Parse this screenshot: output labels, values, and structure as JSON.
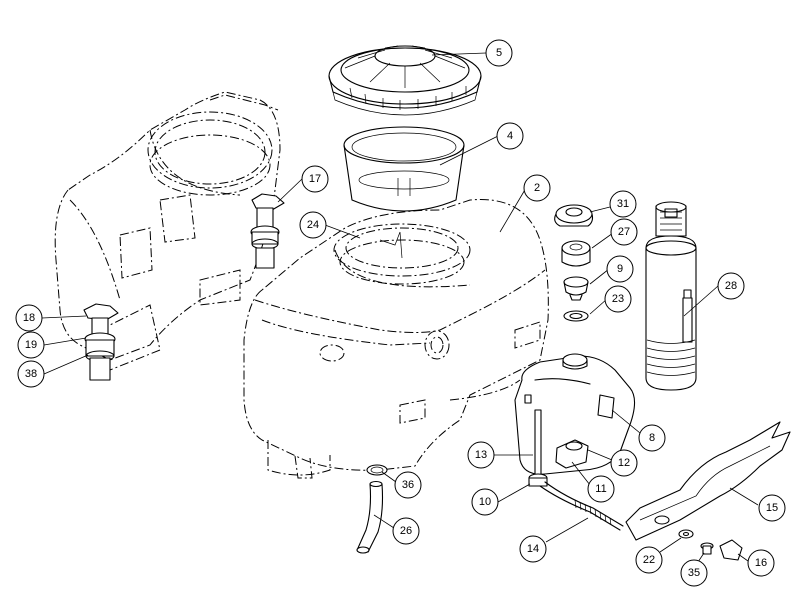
{
  "callouts": [
    {
      "id": "c5",
      "label": "5"
    },
    {
      "id": "c4",
      "label": "4"
    },
    {
      "id": "c2",
      "label": "2"
    },
    {
      "id": "c17",
      "label": "17"
    },
    {
      "id": "c24",
      "label": "24"
    },
    {
      "id": "c31",
      "label": "31"
    },
    {
      "id": "c27",
      "label": "27"
    },
    {
      "id": "c9",
      "label": "9"
    },
    {
      "id": "c23",
      "label": "23"
    },
    {
      "id": "c28",
      "label": "28"
    },
    {
      "id": "c18",
      "label": "18"
    },
    {
      "id": "c19",
      "label": "19"
    },
    {
      "id": "c38",
      "label": "38"
    },
    {
      "id": "c8",
      "label": "8"
    },
    {
      "id": "c13",
      "label": "13"
    },
    {
      "id": "c12",
      "label": "12"
    },
    {
      "id": "c11",
      "label": "11"
    },
    {
      "id": "c10",
      "label": "10"
    },
    {
      "id": "c36",
      "label": "36"
    },
    {
      "id": "c26",
      "label": "26"
    },
    {
      "id": "c14",
      "label": "14"
    },
    {
      "id": "c15",
      "label": "15"
    },
    {
      "id": "c22",
      "label": "22"
    },
    {
      "id": "c35",
      "label": "35"
    },
    {
      "id": "c16",
      "label": "16"
    }
  ]
}
